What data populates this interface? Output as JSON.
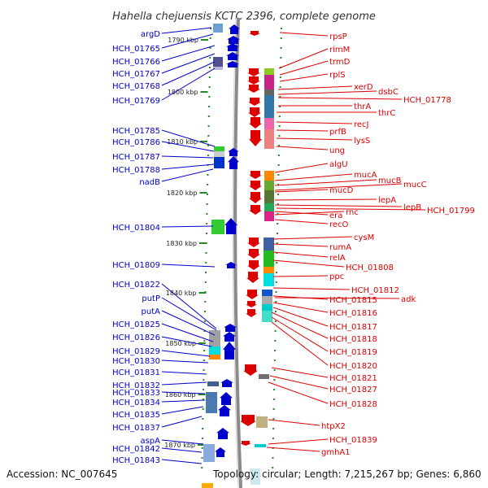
{
  "title": "Hahella chejuensis KCTC 2396, complete genome",
  "footer": {
    "accession": "Accession: NC_007645",
    "topology": "Topology: circular; Length: 7,215,267 bp; Genes: 6,860"
  },
  "colors": {
    "left_genes": "#0000cc",
    "right_genes": "#dd0000",
    "backbone": "#888888",
    "tick": "#228b22"
  },
  "kbp_ticks": [
    {
      "text": "1790 kbp",
      "kbp": 1790
    },
    {
      "text": "1800 kbp",
      "kbp": 1800
    },
    {
      "text": "1810 kbp",
      "kbp": 1810
    },
    {
      "text": "1820 kbp",
      "kbp": 1820
    },
    {
      "text": "1830 kbp",
      "kbp": 1830
    },
    {
      "text": "1840 kbp",
      "kbp": 1840
    },
    {
      "text": "1850 kbp",
      "kbp": 1850
    },
    {
      "text": "1860 kbp",
      "kbp": 1860
    },
    {
      "text": "1870 kbp",
      "kbp": 1870
    }
  ],
  "left_labels": [
    "argD",
    "HCH_01765",
    "HCH_01766",
    "HCH_01767",
    "HCH_01768",
    "HCH_01769",
    "HCH_01785",
    "HCH_01786",
    "HCH_01787",
    "HCH_01788",
    "nadB",
    "HCH_01804",
    "HCH_01809",
    "HCH_01822",
    "putP",
    "putA",
    "HCH_01825",
    "HCH_01826",
    "HCH_01829",
    "HCH_01830",
    "HCH_01831",
    "HCH_01832",
    "HCH_01833",
    "HCH_01834",
    "HCH_01835",
    "HCH_01837",
    "aspA",
    "HCH_01842",
    "HCH_01843"
  ],
  "right_labels": [
    "rpsP",
    "rimM",
    "trmD",
    "rplS",
    "xerD",
    "dsbC",
    "HCH_01778",
    "thrA",
    "thrC",
    "recJ",
    "prfB",
    "lysS",
    "ung",
    "algU",
    "mucA",
    "mucB",
    "mucC",
    "mucD",
    "lepA",
    "lepB",
    "HCH_01799",
    "era",
    "rnc",
    "recO",
    "cysM",
    "rumA",
    "relA",
    "HCH_01808",
    "ppc",
    "HCH_01812",
    "HCH_01815",
    "adk",
    "HCH_01816",
    "HCH_01817",
    "HCH_01818",
    "HCH_01819",
    "HCH_01820",
    "HCH_01821",
    "HCH_01827",
    "HCH_01828",
    "htpX2",
    "HCH_01839",
    "gmhA1"
  ]
}
